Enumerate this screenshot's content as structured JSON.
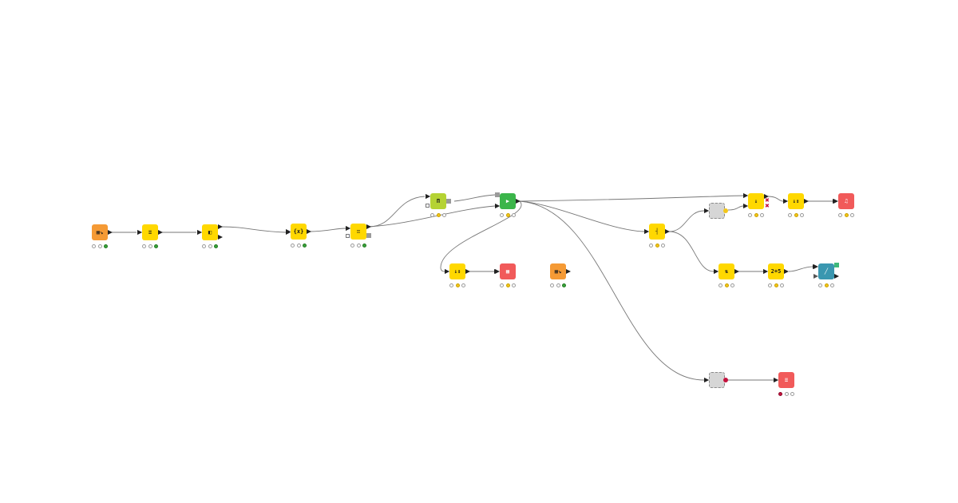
{
  "workflow": {
    "nodes": [
      {
        "name": "csv-reader-node",
        "color": "#f59a35",
        "glyph": "▦↘",
        "status": [
          "off",
          "off",
          "green"
        ]
      },
      {
        "name": "row-filter-node",
        "color": "#ffd800",
        "glyph": "≡",
        "status": [
          "off",
          "off",
          "green"
        ]
      },
      {
        "name": "column-filter-node",
        "color": "#ffd800",
        "glyph": "◧",
        "status": [
          "off",
          "off",
          "green"
        ]
      },
      {
        "name": "string-manipulation-node",
        "color": "#ffd800",
        "glyph": "{x}",
        "status": [
          "off",
          "off",
          "green"
        ]
      },
      {
        "name": "column-rename-node",
        "color": "#ffd800",
        "glyph": "∷",
        "status": [
          "off",
          "off",
          "green"
        ]
      },
      {
        "name": "partitioning-node",
        "color": "#b5d334",
        "glyph": "Π",
        "status": [
          "off",
          "yellow",
          "off"
        ]
      },
      {
        "name": "learner-node",
        "color": "#3bb54a",
        "glyph": "▶",
        "status": [
          "off",
          "yellow",
          "off"
        ]
      },
      {
        "name": "sorter-node-lower",
        "color": "#ffd800",
        "glyph": "↓↕",
        "status": [
          "off",
          "yellow",
          "off"
        ]
      },
      {
        "name": "csv-writer-node-lower",
        "color": "#f15a5a",
        "glyph": "▦",
        "status": [
          "off",
          "yellow",
          "off"
        ]
      },
      {
        "name": "csv-reader-node-2",
        "color": "#f59a35",
        "glyph": "▦↘",
        "status": [
          "off",
          "off",
          "green"
        ]
      },
      {
        "name": "predictor-node",
        "color": "#ffd800",
        "glyph": "┤",
        "status": [
          "off",
          "yellow",
          "off"
        ]
      },
      {
        "name": "metanode-top",
        "color": "#d6d6d6",
        "glyph": "",
        "status": []
      },
      {
        "name": "joiner-node",
        "color": "#ffd800",
        "glyph": "↓",
        "status": [
          "off",
          "yellow",
          "off"
        ]
      },
      {
        "name": "sorter-node-top",
        "color": "#ffd800",
        "glyph": "↓↕",
        "status": [
          "off",
          "yellow",
          "off"
        ]
      },
      {
        "name": "csv-writer-node-top",
        "color": "#f15a5a",
        "glyph": "♫",
        "status": [
          "off",
          "yellow",
          "off"
        ]
      },
      {
        "name": "group-by-node",
        "color": "#ffd800",
        "glyph": "⇅",
        "status": [
          "off",
          "yellow",
          "off"
        ]
      },
      {
        "name": "math-formula-node",
        "color": "#ffd800",
        "glyph": "2+5",
        "status": [
          "off",
          "yellow",
          "off"
        ]
      },
      {
        "name": "line-plot-node",
        "color": "#3a97b0",
        "glyph": "╱",
        "status": [
          "off",
          "yellow",
          "off"
        ]
      },
      {
        "name": "metanode-bottom",
        "color": "#d6d6d6",
        "glyph": "",
        "status": []
      },
      {
        "name": "report-node",
        "color": "#f15a5a",
        "glyph": "≡",
        "status": [
          "red",
          "off",
          "off"
        ]
      }
    ]
  }
}
